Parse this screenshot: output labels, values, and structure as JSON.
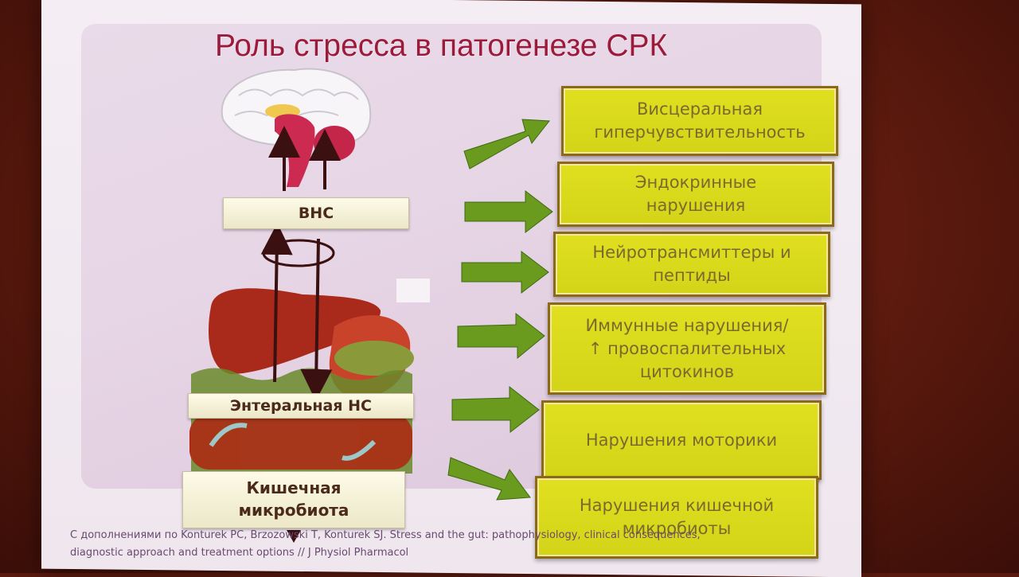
{
  "title": "Роль стресса в патогенезе СРК",
  "labels": {
    "vns": "ВНС",
    "ens": "Энтеральная НС",
    "microbiota_line1": "Кишечная",
    "microbiota_line2": "микробиота"
  },
  "effects": [
    {
      "line1": "Висцеральная",
      "line2": "гиперчувствительность",
      "line3": ""
    },
    {
      "line1": "Эндокринные",
      "line2": "нарушения",
      "line3": ""
    },
    {
      "line1": "Нейротрансмиттеры и",
      "line2": "пептиды",
      "line3": ""
    },
    {
      "line1": "Иммунные нарушения/",
      "line2": "↑ провоспалительных",
      "line3": "цитокинов"
    },
    {
      "line1": "Нарушения моторики",
      "line2": "",
      "line3": ""
    },
    {
      "line1": "Нарушения кишечной",
      "line2": "микробиоты",
      "line3": ""
    }
  ],
  "footnote": {
    "line1": "С дополнениями по Konturek PC, Brzozowski T, Konturek SJ. Stress and the gut: pathophysiology, clinical consequences,",
    "line2": "diagnostic approach and treatment options // J Physiol Pharmacol"
  },
  "colors": {
    "title": "#9c1b3a",
    "effect_fill": "#d8d81c",
    "effect_border": "#8a6a18",
    "arrow_fill": "#6a9a1e"
  }
}
